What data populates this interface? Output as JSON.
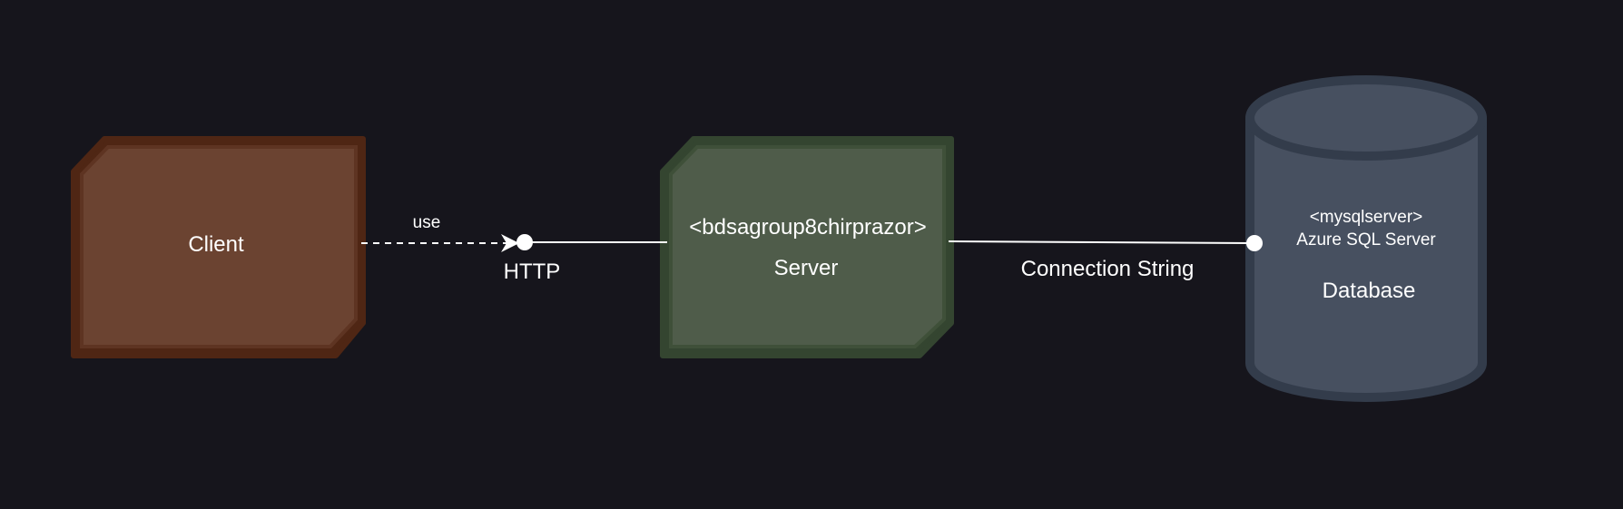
{
  "colors": {
    "background": "#16151c",
    "client_fill": "#6b4331",
    "client_stroke": "#4f2614",
    "server_fill": "#4f5c4a",
    "server_stroke": "#344530",
    "db_fill": "#475060",
    "db_stroke": "#333c4b",
    "line": "#ffffff"
  },
  "nodes": {
    "client": {
      "label": "Client"
    },
    "server": {
      "stereotype": "<bdsagroup8chirprazor>",
      "label": "Server"
    },
    "database": {
      "stereotype": "<mysqlserver>",
      "subtitle": "Azure SQL Server",
      "label": "Database"
    }
  },
  "edges": {
    "client_server": {
      "label": "use",
      "interface": "HTTP"
    },
    "server_database": {
      "label": "Connection String"
    }
  }
}
